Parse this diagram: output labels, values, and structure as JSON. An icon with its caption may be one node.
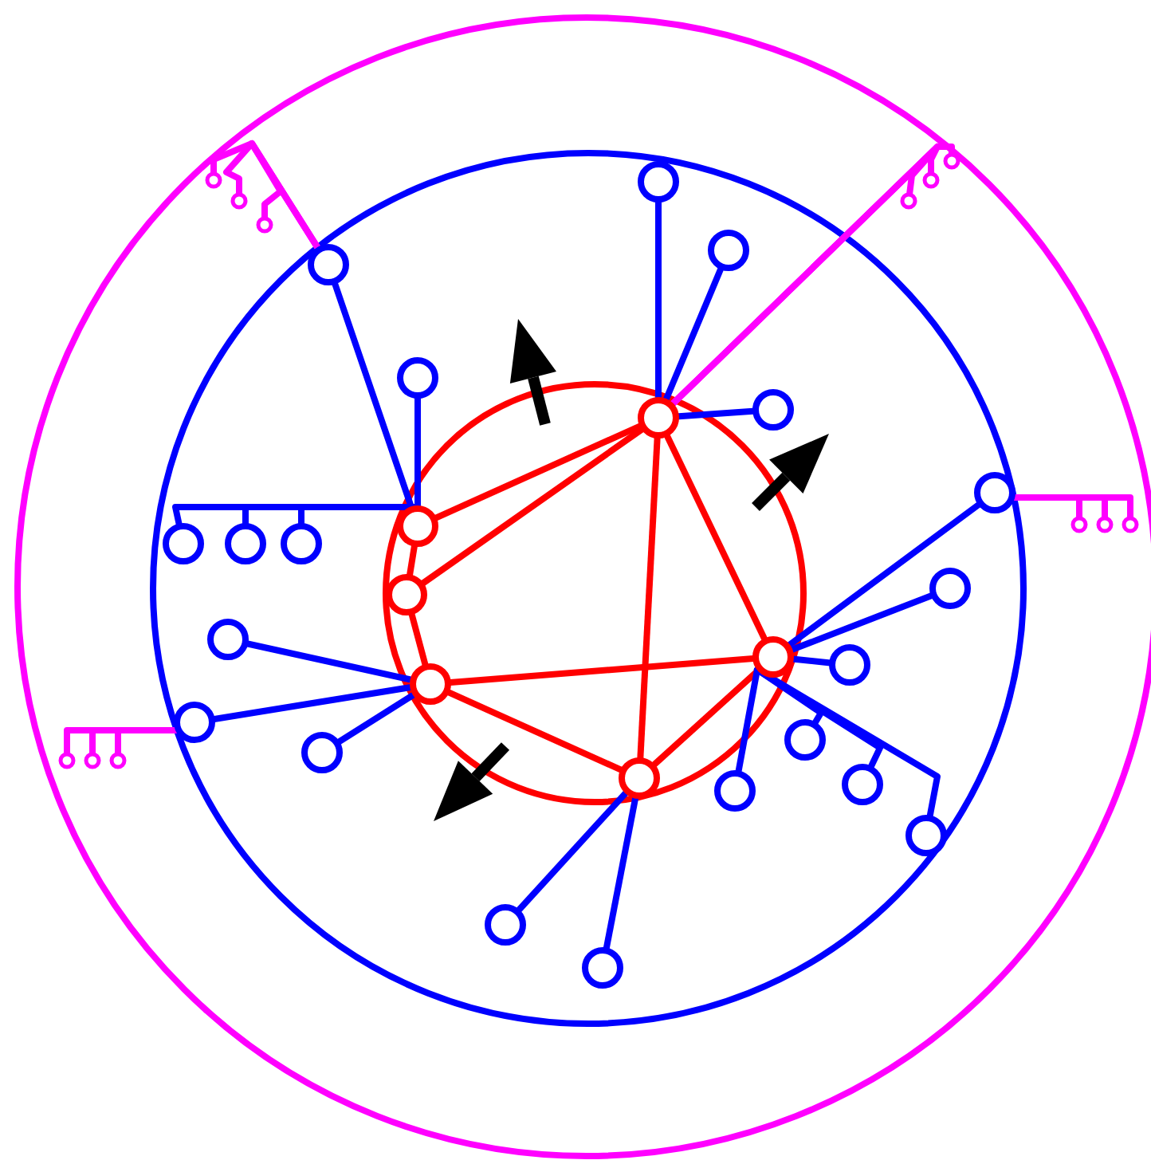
{
  "diagram": {
    "nodes": [
      {
        "text": [],
        "shape": "circle"
      },
      {
        "text": [],
        "shape": "circle"
      },
      {
        "text": [],
        "shape": "circle"
      },
      {
        "text": [],
        "shape": "circle"
      },
      {
        "text": [],
        "shape": "circle"
      },
      {
        "text": [],
        "shape": "circle"
      },
      {
        "text": [],
        "shape": "circle"
      },
      {
        "text": [],
        "shape": "circle"
      },
      {
        "text": [],
        "shape": "circle"
      },
      {
        "text": [],
        "shape": "circle"
      },
      {
        "text": [],
        "shape": "circle"
      },
      {
        "text": [],
        "shape": "circle"
      },
      {
        "text": [],
        "shape": "circle"
      },
      {
        "text": [],
        "shape": "circle"
      },
      {
        "text": [],
        "shape": "circle"
      },
      {
        "text": [],
        "shape": "circle"
      },
      {
        "text": [],
        "shape": "circle"
      },
      {
        "text": [],
        "shape": "circle"
      },
      {
        "text": [],
        "shape": "circle"
      },
      {
        "text": [],
        "shape": "circle"
      },
      {
        "text": [],
        "shape": "circle"
      },
      {
        "text": [],
        "shape": "circle"
      },
      {
        "text": [],
        "shape": "circle"
      },
      {
        "text": [],
        "shape": "circle"
      },
      {
        "text": [],
        "shape": "circle"
      },
      {
        "text": [],
        "shape": "circle"
      },
      {
        "text": [],
        "shape": "circle"
      },
      {
        "text": [],
        "shape": "circle"
      },
      {
        "text": [],
        "shape": "circle"
      },
      {
        "text": [],
        "shape": "circle"
      },
      {
        "text": [],
        "shape": "circle"
      },
      {
        "text": [],
        "shape": "circle"
      },
      {
        "text": [],
        "shape": "circle"
      },
      {
        "text": [],
        "shape": "circle"
      },
      {
        "text": [],
        "shape": "circle"
      },
      {
        "text": [],
        "shape": "circle"
      },
      {
        "text": [],
        "shape": "circle"
      },
      {
        "text": [],
        "shape": "circle"
      }
    ],
    "edges": [
      {
        "from": 0,
        "to": 1,
        "arrow": "none",
        "color": "#ff0000"
      },
      {
        "from": 0,
        "to": 2,
        "arrow": "none",
        "color": "#ff0000"
      },
      {
        "from": 0,
        "to": 4,
        "arrow": "none",
        "color": "#ff0000"
      },
      {
        "from": 0,
        "to": 5,
        "arrow": "none",
        "color": "#ff0000"
      },
      {
        "from": 1,
        "to": 2,
        "arrow": "none",
        "color": "#ff0000"
      },
      {
        "from": 2,
        "to": 3,
        "arrow": "none",
        "color": "#ff0000"
      },
      {
        "from": 3,
        "to": 5,
        "arrow": "none",
        "color": "#ff0000"
      },
      {
        "from": 3,
        "to": 4,
        "arrow": "none",
        "color": "#ff0000"
      },
      {
        "from": 4,
        "to": 5,
        "arrow": "none",
        "color": "#ff0000"
      },
      {
        "from": 1,
        "to": 9,
        "arrow": "none"
      },
      {
        "from": 1,
        "to": 10,
        "arrow": "none"
      },
      {
        "from": 1,
        "to": 11,
        "arrow": "none"
      },
      {
        "from": 1,
        "to": 12,
        "arrow": "none"
      },
      {
        "from": 1,
        "to": 13,
        "arrow": "none"
      },
      {
        "from": 0,
        "to": 6,
        "arrow": "none"
      },
      {
        "from": 0,
        "to": 7,
        "arrow": "none"
      },
      {
        "from": 0,
        "to": 8,
        "arrow": "none"
      },
      {
        "from": 5,
        "to": 14,
        "arrow": "none"
      },
      {
        "from": 5,
        "to": 15,
        "arrow": "none"
      },
      {
        "from": 5,
        "to": 16,
        "arrow": "none"
      },
      {
        "from": 5,
        "to": 17,
        "arrow": "none"
      },
      {
        "from": 5,
        "to": 18,
        "arrow": "none"
      },
      {
        "from": 5,
        "to": 19,
        "arrow": "none"
      },
      {
        "from": 5,
        "to": 20,
        "arrow": "none"
      },
      {
        "from": 3,
        "to": 21,
        "arrow": "none"
      },
      {
        "from": 3,
        "to": 22,
        "arrow": "none"
      },
      {
        "from": 3,
        "to": 23,
        "arrow": "none"
      },
      {
        "from": 4,
        "to": 24,
        "arrow": "none"
      },
      {
        "from": 4,
        "to": 25,
        "arrow": "none"
      },
      {
        "from": 0,
        "to": 26,
        "arrow": "none",
        "color": "#ff00ff"
      },
      {
        "from": 0,
        "to": 27,
        "arrow": "none",
        "color": "#ff00ff"
      },
      {
        "from": 0,
        "to": 28,
        "arrow": "none",
        "color": "#ff00ff"
      },
      {
        "from": 9,
        "to": 29,
        "arrow": "none",
        "color": "#ff00ff"
      },
      {
        "from": 9,
        "to": 30,
        "arrow": "none",
        "color": "#ff00ff"
      },
      {
        "from": 9,
        "to": 31,
        "arrow": "none",
        "color": "#ff00ff"
      },
      {
        "from": 14,
        "to": 32,
        "arrow": "none",
        "color": "#ff00ff"
      },
      {
        "from": 14,
        "to": 33,
        "arrow": "none",
        "color": "#ff00ff"
      },
      {
        "from": 14,
        "to": 34,
        "arrow": "none",
        "color": "#ff00ff"
      },
      {
        "from": 22,
        "to": 35,
        "arrow": "none",
        "color": "#ff00ff"
      },
      {
        "from": 22,
        "to": 36,
        "arrow": "none",
        "color": "#ff00ff"
      },
      {
        "from": 22,
        "to": 37,
        "arrow": "none",
        "color": "#ff00ff"
      }
    ]
  }
}
